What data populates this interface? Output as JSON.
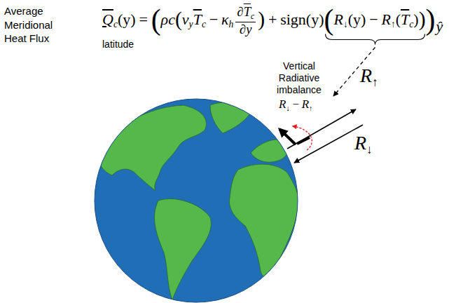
{
  "diagram": {
    "labels": [
      "Average Meridional Heat Flux",
      "Q",
      "c",
      "(y)",
      "=",
      "(",
      "ρc",
      "(",
      "v",
      "y",
      "T",
      "c",
      "−",
      "κ",
      "h",
      "∂",
      "T",
      "c",
      "∂y",
      ")",
      "+",
      "sign(y)",
      "(",
      "R",
      "↓",
      "(y)",
      "−",
      "R",
      "↑",
      "(",
      "T",
      "c",
      ")",
      ")",
      ")",
      "ŷ",
      "latitude",
      "Vertical Radiative imbalance",
      "R",
      "↓",
      "−",
      "R",
      "↑",
      "R",
      "↑",
      "R",
      "↓"
    ]
  }
}
